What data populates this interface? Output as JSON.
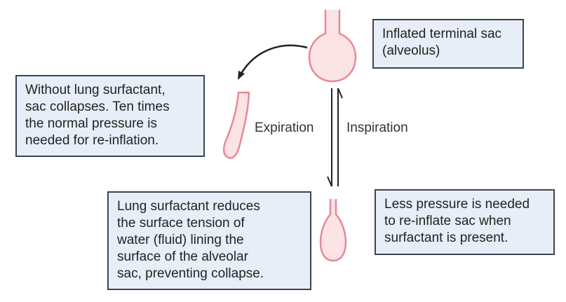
{
  "boxes": {
    "inflated": {
      "lines": [
        "Inflated terminal sac",
        "(alveolus)"
      ]
    },
    "without_surfactant": {
      "lines": [
        "Without lung surfactant,",
        "sac collapses. Ten times",
        "the normal pressure is",
        "needed for re-inflation."
      ]
    },
    "surfactant_reduces": {
      "lines": [
        "Lung surfactant reduces",
        "the surface tension of",
        "water (fluid) lining the",
        "surface of the alveolar",
        "sac, preventing collapse."
      ]
    },
    "less_pressure": {
      "lines": [
        "Less pressure is needed",
        "to re-inflate sac when",
        "surfactant is present."
      ]
    }
  },
  "labels": {
    "expiration": "Expiration",
    "inspiration": "Inspiration"
  },
  "colors": {
    "sac_fill": "#fbe3e6",
    "sac_stroke": "#e58a96",
    "box_fill": "#e8eef8",
    "box_border": "#3b4352",
    "arrow": "#222222"
  }
}
